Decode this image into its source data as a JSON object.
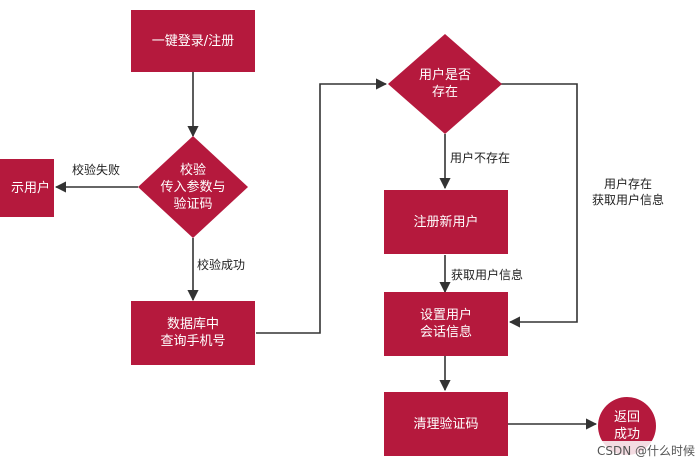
{
  "nodes": {
    "login": "一键登录/注册",
    "validate": "校验\n传入参数与\n验证码",
    "show_user": "示用户",
    "query_db": "数据库中\n查询手机号",
    "user_exists": "用户是否\n存在",
    "register": "注册新用户",
    "set_session": "设置用户\n会话信息",
    "clear_code": "清理验证码",
    "return_success": "返回\n成功"
  },
  "edges": {
    "validate_fail": "校验失败",
    "validate_success": "校验成功",
    "user_not_exists": "用户不存在",
    "user_exists": "用户存在\n获取用户信息",
    "get_user_info": "获取用户信息"
  },
  "watermark": "CSDN @什么时候",
  "colors": {
    "node": "#b5193d",
    "line": "#333333"
  }
}
